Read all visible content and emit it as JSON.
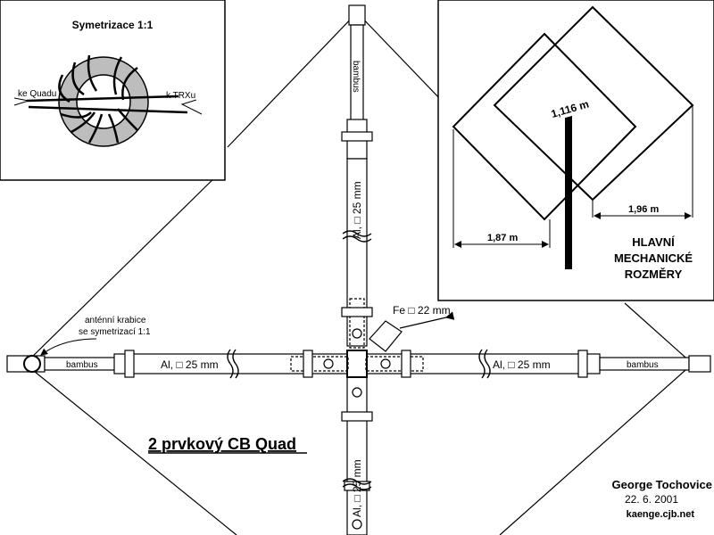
{
  "balun": {
    "title": "Symetrizace 1:1",
    "left_label": "ke Quadu",
    "right_label": "k TRXu"
  },
  "dimensions": {
    "diagonal": "1,116 m",
    "width_front": "1,87 m",
    "width_rear": "1,96 m",
    "caption_line1": "HLAVNÍ",
    "caption_line2": "MECHANICKÉ",
    "caption_line3": "ROZMĚRY"
  },
  "boom": {
    "bamboo_label": "bambus",
    "upper_tube": "Al, □ 25 mm",
    "lower_tube": "Al, □ 25 mm",
    "left_tube": "Al, □ 25 mm",
    "right_tube": "Al, □ 25 mm",
    "center_profile": "Fe □ 22 mm"
  },
  "box_note": {
    "line1": "anténní krabice",
    "line2": "se symetrizací 1:1"
  },
  "title": "2 prvkový CB Quad",
  "author": {
    "name": "George Tochovice",
    "date": "22. 6. 2001",
    "web": "kaenge.cjb.net"
  }
}
